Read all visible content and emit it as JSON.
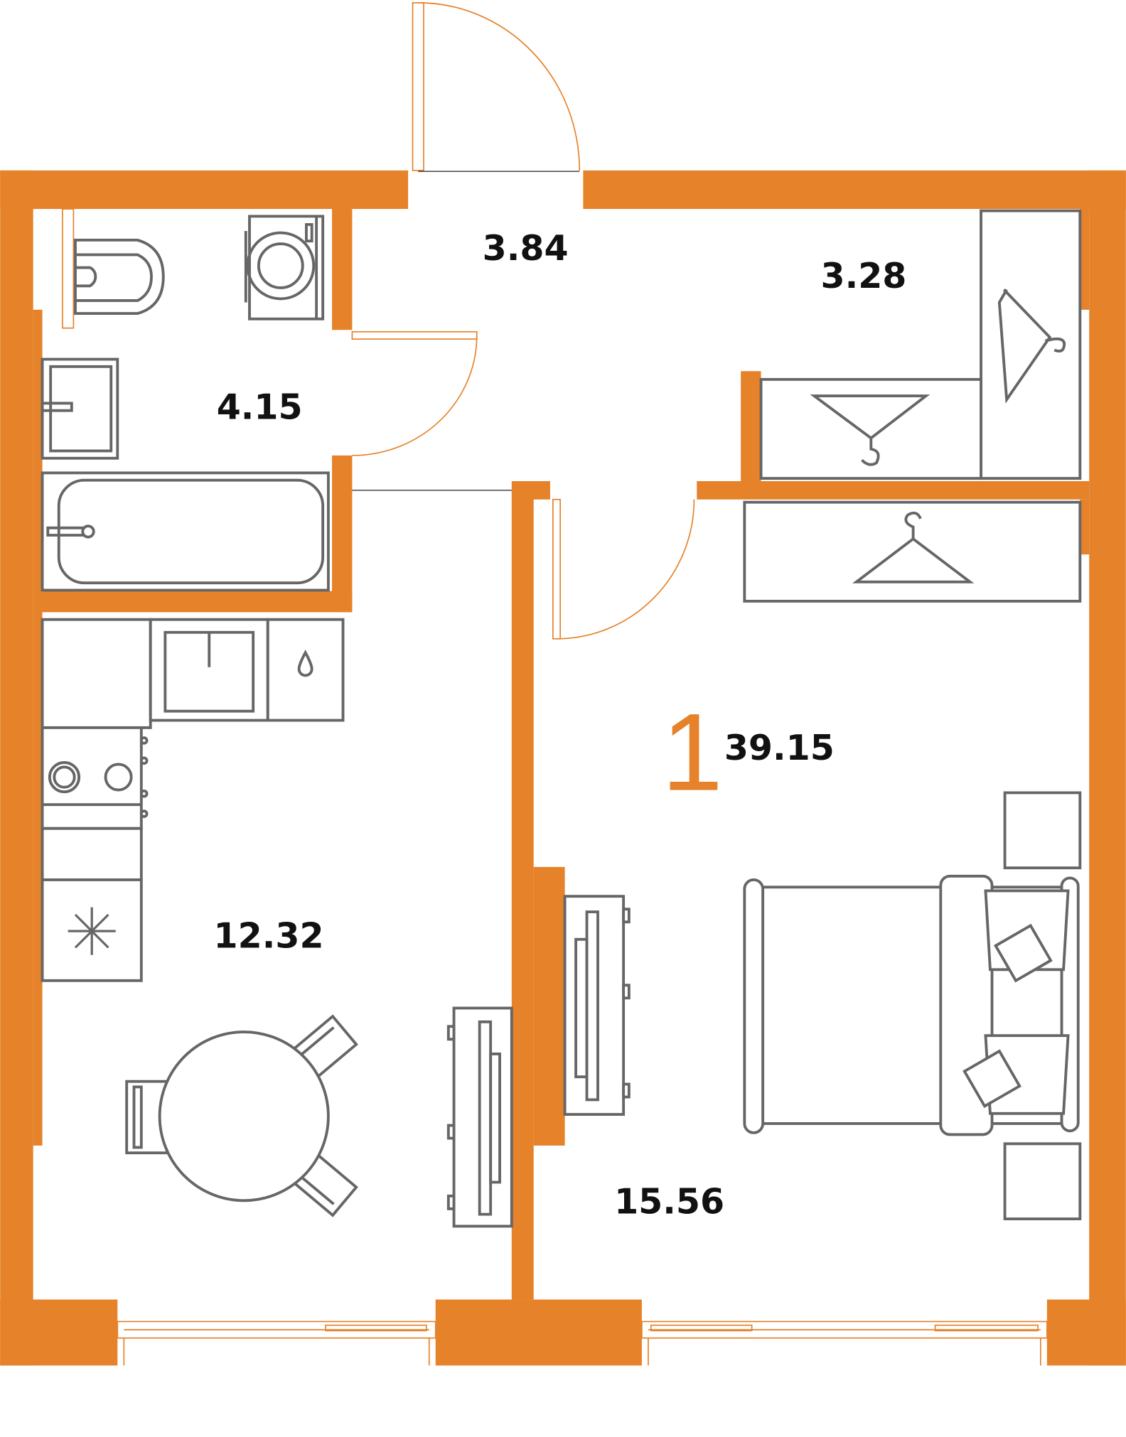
{
  "plan": {
    "room_count": "1",
    "total_area": "39.15",
    "rooms": [
      {
        "name": "hallway",
        "area": "3.84"
      },
      {
        "name": "closet",
        "area": "3.28"
      },
      {
        "name": "bathroom",
        "area": "4.15"
      },
      {
        "name": "kitchen",
        "area": "12.32"
      },
      {
        "name": "bedroom",
        "area": "15.56"
      }
    ]
  },
  "colors": {
    "wall": "#E5822A",
    "furniture": "#666666",
    "text": "#111111"
  }
}
